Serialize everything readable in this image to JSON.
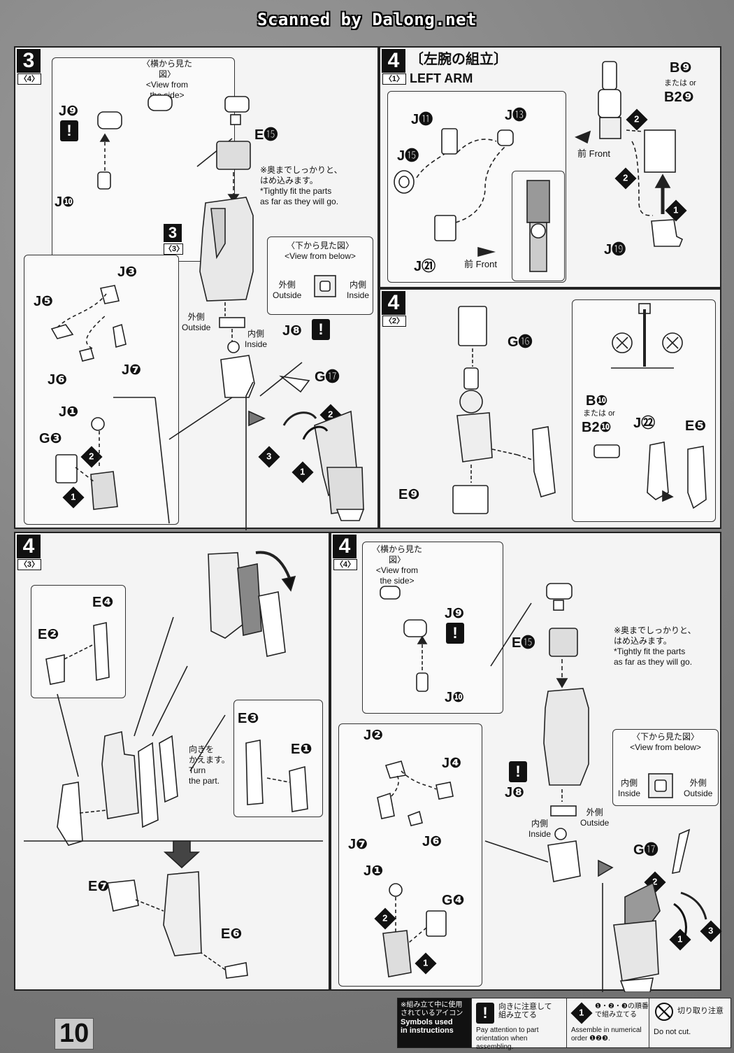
{
  "header": {
    "scan_credit": "Scanned by Dalong.net"
  },
  "page_number": "10",
  "steps": {
    "s3_4": {
      "step": "3",
      "sub": "〈4〉"
    },
    "s3_3": {
      "step": "3",
      "sub": "〈3〉"
    },
    "s4_1": {
      "step": "4",
      "sub": "〈1〉",
      "title_jp": "〔左腕の組立〕",
      "title_en": "LEFT ARM"
    },
    "s4_2": {
      "step": "4",
      "sub": "〈2〉"
    },
    "s4_3": {
      "step": "4",
      "sub": "〈3〉"
    },
    "s4_4": {
      "step": "4",
      "sub": "〈4〉"
    }
  },
  "notes": {
    "view_side_jp": "〈横から見た図〉",
    "view_side_en1": "<View from",
    "view_side_en2": "the side>",
    "view_below_jp": "〈下から見た図〉",
    "view_below_en": "<View from below>",
    "tight_jp1": "※奥までしっかりと、",
    "tight_jp2": "はめ込みます。",
    "tight_en1": "*Tightly fit the parts",
    "tight_en2": "as far as they will go.",
    "outside_jp": "外側",
    "outside_en": "Outside",
    "inside_jp": "内側",
    "inside_en": "Inside",
    "front_jp": "前",
    "front_en": "Front",
    "or_jp": "または",
    "or_en": "or",
    "turn_jp1": "向きを",
    "turn_jp2": "かえます。",
    "turn_en1": "Turn",
    "turn_en2": "the part."
  },
  "parts": {
    "J9": "J❾",
    "J10": "J❿",
    "E15": "E⓯",
    "J8": "J❽",
    "J3": "J❸",
    "J5": "J❺",
    "J6": "J❻",
    "J7": "J❼",
    "J1": "J❶",
    "G3": "G❸",
    "G17": "G⓱",
    "J11": "J⓫",
    "J13": "J⓭",
    "J15": "J⓯",
    "J21": "J㉑",
    "J19": "J⓳",
    "B9": "B❾",
    "B29": "B2❾",
    "G16": "G⓰",
    "E9": "E❾",
    "B10": "B❿",
    "B210": "B2❿",
    "J22": "J㉒",
    "E5": "E❺",
    "E4": "E❹",
    "E2": "E❷",
    "E3": "E❸",
    "E1": "E❶",
    "E7": "E❼",
    "E6": "E❻",
    "J2": "J❷",
    "J4": "J❹",
    "G4": "G❹"
  },
  "legend": {
    "title_jp1": "※組み立て中に使用",
    "title_jp2": "されているアイコン",
    "title_en1": "Symbols used",
    "title_en2": "in instructions",
    "attn_jp1": "向きに注意して",
    "attn_jp2": "組み立てる",
    "attn_en1": "Pay attention to part",
    "attn_en2": "orientation when assembling.",
    "order_jp1": "❶・❷・❸の順番",
    "order_jp2": "で組み立てる",
    "order_en1": "Assemble in numerical",
    "order_en2": "order ❶❷❸.",
    "cut_jp": "切り取り注意",
    "cut_en": "Do not cut."
  },
  "symbols": {
    "attention_icon": "!",
    "order_icons": [
      "1",
      "2",
      "3"
    ]
  }
}
